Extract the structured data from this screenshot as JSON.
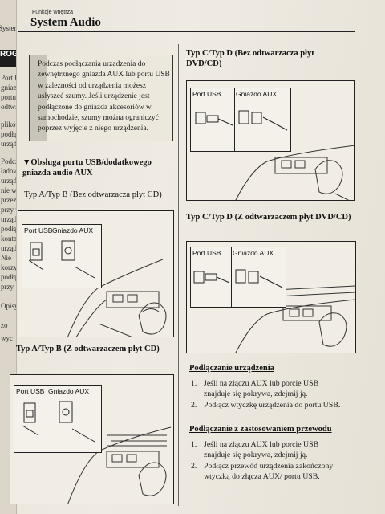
{
  "header": {
    "small": "Funkcje wnętrza",
    "title": "System Audio"
  },
  "note": {
    "text": "Podczas podłączania urządzenia do zewnętrznego gniazda AUX lub portu USB w zależności od urządzenia możesz usłyszeć szumy. Jeśli urządzenie jest podłączone do gniazda akcesoriów w samochodzie, szumy można ograniczyć poprzez wyjęcie z niego urządzenia."
  },
  "left": {
    "section_heading": "▼Obsługa portu USB/dodatkowego gniazda audio AUX",
    "typeA_nocd": "Typ A/Typ B (Bez odtwarzacza płyt CD)",
    "typeA_cd": "Typ A/Typ B (Z odtwarzaczem płyt CD)"
  },
  "right": {
    "typeC_nocd": "Typ C/Typ D (Bez odtwarzacza płyt DVD/CD)",
    "typeC_cd": "Typ C/Typ D (Z odtwarzaczem płyt DVD/CD)",
    "connect_heading": "Podłączanie urządzenia",
    "connect_items": [
      "Jeśli na złączu AUX lub porcie USB znajduje się pokrywa, zdejmij ją.",
      "Podłącz wtyczkę urządzenia do portu USB."
    ],
    "cable_heading": "Podłączanie z zastosowaniem przewodu",
    "cable_items": [
      "Jeśli na złączu AUX lub porcie USB znajduje się pokrywa, zdejmij ją.",
      "Podłącz przewód urządzenia zakończony wtyczką do złącza AUX/ portu USB."
    ]
  },
  "figure_labels": {
    "usb": "Port USB",
    "aux": "Gniazdo AUX"
  },
  "prev_page": {
    "tab": "ROGA",
    "lines": [
      "System A",
      "Port USB",
      "gniazdo",
      "portu USB",
      "odtwarzacz",
      "plików",
      "podłączone",
      "urządzenia",
      "Podczas",
      "ładowanie",
      "urządzenia",
      "nie wpływa",
      "przez akumulator",
      "przy wyjmowaniu",
      "urządzenia",
      "podłączonego",
      "kontakt",
      "urządzenia",
      "Nie",
      "korzystać",
      "podłączania",
      "przy",
      "Opisy",
      "zo",
      "wyc"
    ]
  }
}
